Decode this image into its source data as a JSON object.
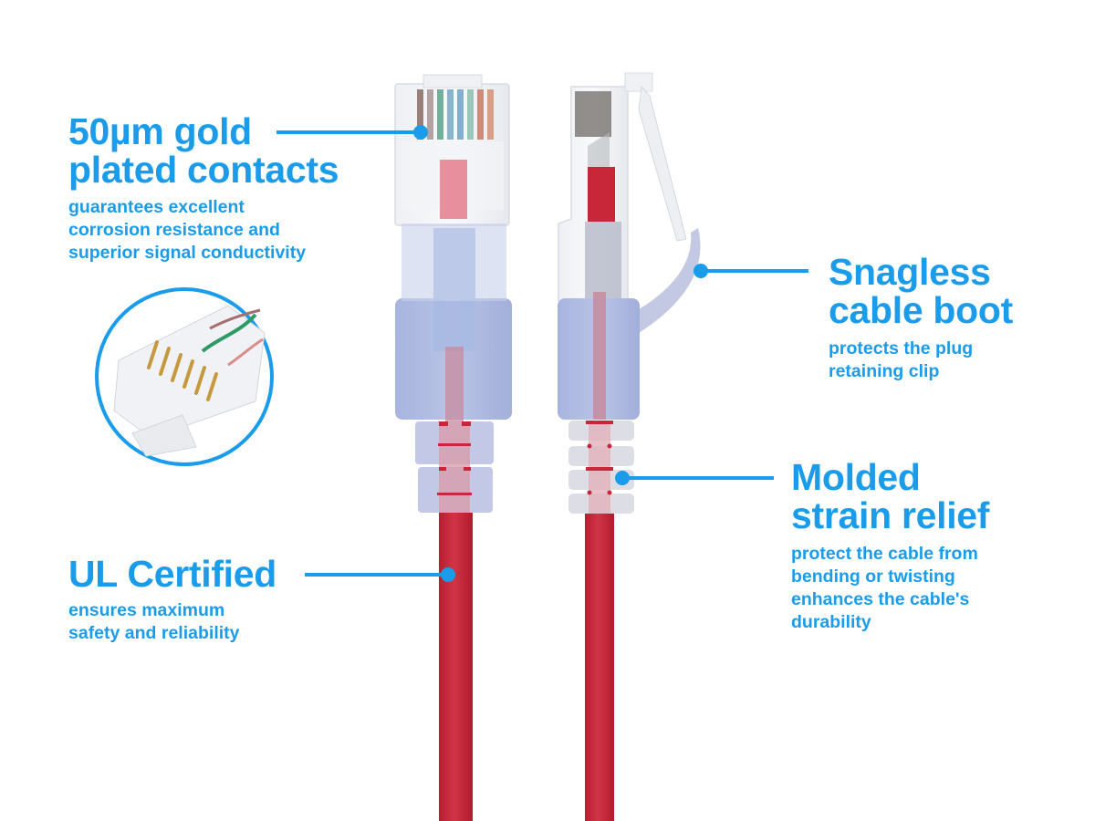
{
  "callouts": {
    "contacts": {
      "title_line1": "50µm gold",
      "title_line2": "plated contacts",
      "desc": [
        "guarantees excellent",
        "corrosion resistance and",
        "superior signal conductivity"
      ]
    },
    "boot": {
      "title_line1": "Snagless",
      "title_line2": "cable boot",
      "desc": [
        "protects the plug",
        "retaining clip"
      ]
    },
    "strain": {
      "title_line1": "Molded",
      "title_line2": "strain relief",
      "desc": [
        "protect the cable from",
        "bending or twisting",
        "enhances the cable's",
        "durability"
      ]
    },
    "ul": {
      "title": "UL Certified",
      "desc": [
        "ensures maximum",
        "safety and reliability"
      ]
    }
  },
  "colors": {
    "accent": "#1a9cea",
    "cable": "#c8273a",
    "boot": "#9fb0dc"
  }
}
